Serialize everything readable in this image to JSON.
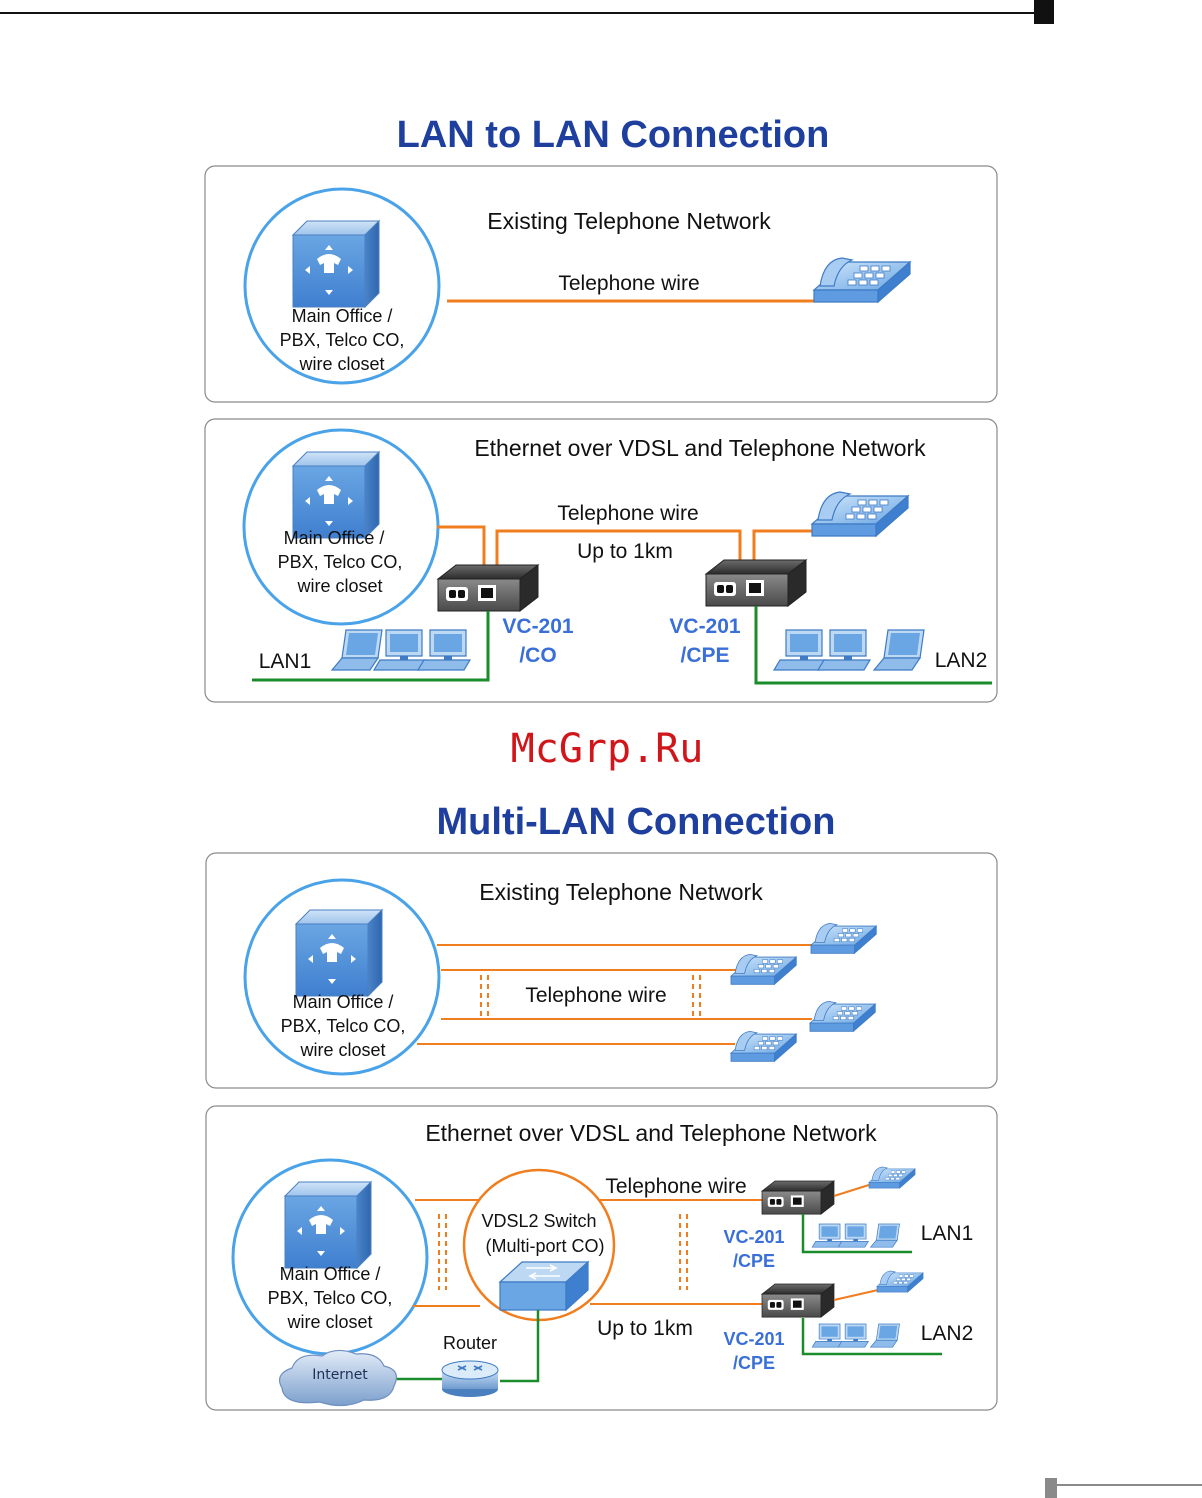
{
  "watermark": "McGrp.Ru",
  "colors": {
    "heading": "#1f3f9e",
    "model": "#3a6fd8",
    "wire": "#f07d1e",
    "lan": "#1a8c2a",
    "watermark": "#d0161b",
    "border": "#8a8a8a"
  },
  "section1": {
    "title": "LAN to LAN Connection",
    "panel_a": {
      "title": "Existing Telephone Network",
      "office": [
        "Main Office /",
        "PBX, Telco CO,",
        "wire closet"
      ],
      "wire_label": "Telephone wire"
    },
    "panel_b": {
      "title": "Ethernet over VDSL and Telephone Network",
      "office": [
        "Main Office /",
        "PBX, Telco CO,",
        "wire closet"
      ],
      "wire_label": "Telephone wire",
      "distance": "Up to 1km",
      "co_model": [
        "VC-201",
        "/CO"
      ],
      "cpe_model": [
        "VC-201",
        "/CPE"
      ],
      "lan_left": "LAN1",
      "lan_right": "LAN2"
    }
  },
  "section2": {
    "title": "Multi-LAN Connection",
    "panel_a": {
      "title": "Existing Telephone Network",
      "office": [
        "Main Office /",
        "PBX, Telco CO,",
        "wire closet"
      ],
      "wire_label": "Telephone wire"
    },
    "panel_b": {
      "title": "Ethernet over VDSL and Telephone Network",
      "office": [
        "Main Office /",
        "PBX, Telco CO,",
        "wire closet"
      ],
      "switch_label": [
        "VDSL2 Switch",
        "(Multi-port CO)"
      ],
      "wire_label": "Telephone wire",
      "distance": "Up to 1km",
      "router_label": "Router",
      "internet_label": "Internet",
      "cpe1_model": [
        "VC-201",
        "/CPE"
      ],
      "cpe2_model": [
        "VC-201",
        "/CPE"
      ],
      "lan1": "LAN1",
      "lan2": "LAN2"
    }
  }
}
